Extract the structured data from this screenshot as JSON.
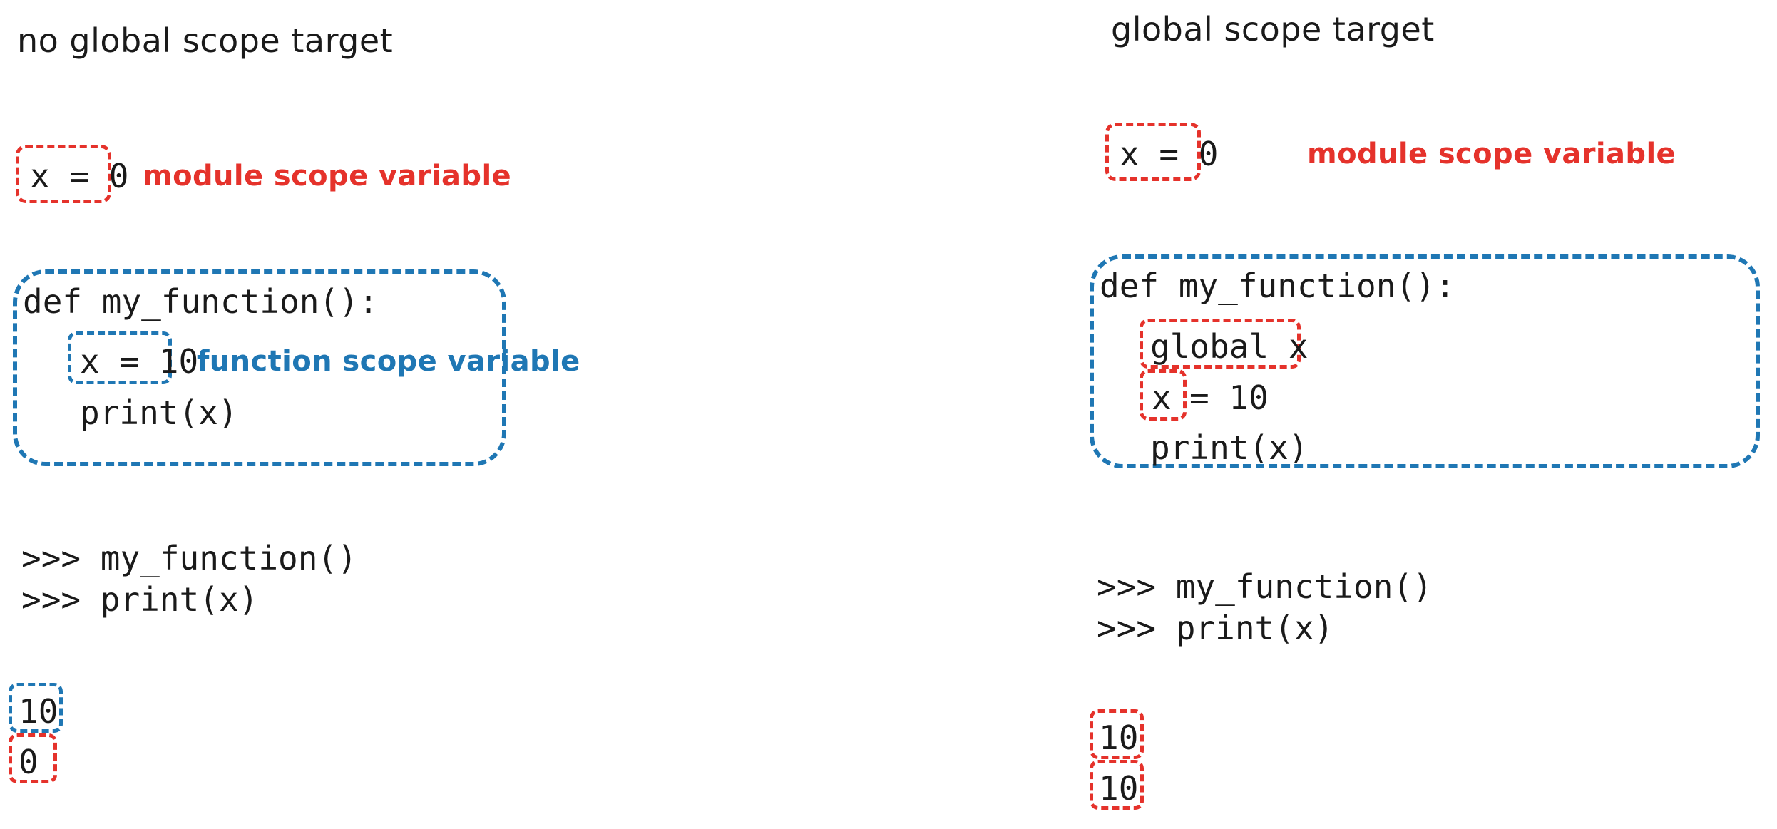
{
  "colors": {
    "red": "#e5322b",
    "blue": "#1f77b4",
    "text": "#1a1a1a",
    "background": "#ffffff"
  },
  "left_panel": {
    "title": "no global scope target",
    "module_variable": {
      "code": "x = 0",
      "box_color": "red"
    },
    "module_annotation": {
      "label": "module scope variable",
      "color": "red"
    },
    "function_block": {
      "box_color": "blue",
      "lines": [
        "def my_function():",
        "    x = 10",
        "    print(x)"
      ],
      "line_1": "def my_function():",
      "line_2_highlight": "x = 10",
      "line_3": "print(x)"
    },
    "function_annotation": {
      "label": "function scope variable",
      "color": "blue"
    },
    "repl": {
      "prompt_1": ">>> my_function()",
      "prompt_2": ">>> print(x)"
    },
    "output": [
      {
        "value": "10",
        "box_color": "blue"
      },
      {
        "value": "0",
        "box_color": "red"
      }
    ]
  },
  "right_panel": {
    "title": "global scope target",
    "module_variable": {
      "code": "x = 0",
      "box_color": "red"
    },
    "module_annotation": {
      "label": "module scope variable",
      "color": "red"
    },
    "function_block": {
      "box_color": "blue",
      "lines": [
        "def my_function():",
        "    global x",
        "    x = 10",
        "    print(x)"
      ],
      "line_1": "def my_function():",
      "line_2_highlight": "global x",
      "line_3_highlight": "x",
      "line_3_rest": "= 10",
      "line_4": "print(x)"
    },
    "repl": {
      "prompt_1": ">>> my_function()",
      "prompt_2": ">>> print(x)"
    },
    "output": [
      {
        "value": "10",
        "box_color": "red"
      },
      {
        "value": "10",
        "box_color": "red"
      }
    ]
  }
}
